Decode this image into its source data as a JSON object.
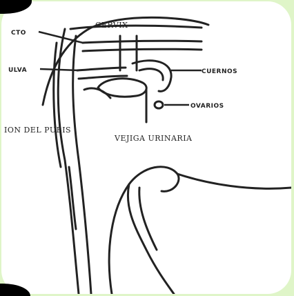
{
  "diagram": {
    "labels": {
      "recto": "CTO",
      "cervix": "CERVIX",
      "vulva": "ULVA",
      "cuernos": "CUERNOS",
      "ovarios": "OVARIOS",
      "pubis": "ION DEL PUBIS",
      "vejiga": "VEJIGA URINARIA"
    },
    "colors": {
      "background": "#dff5c8",
      "card": "#ffffff",
      "ink": "#222222"
    }
  }
}
